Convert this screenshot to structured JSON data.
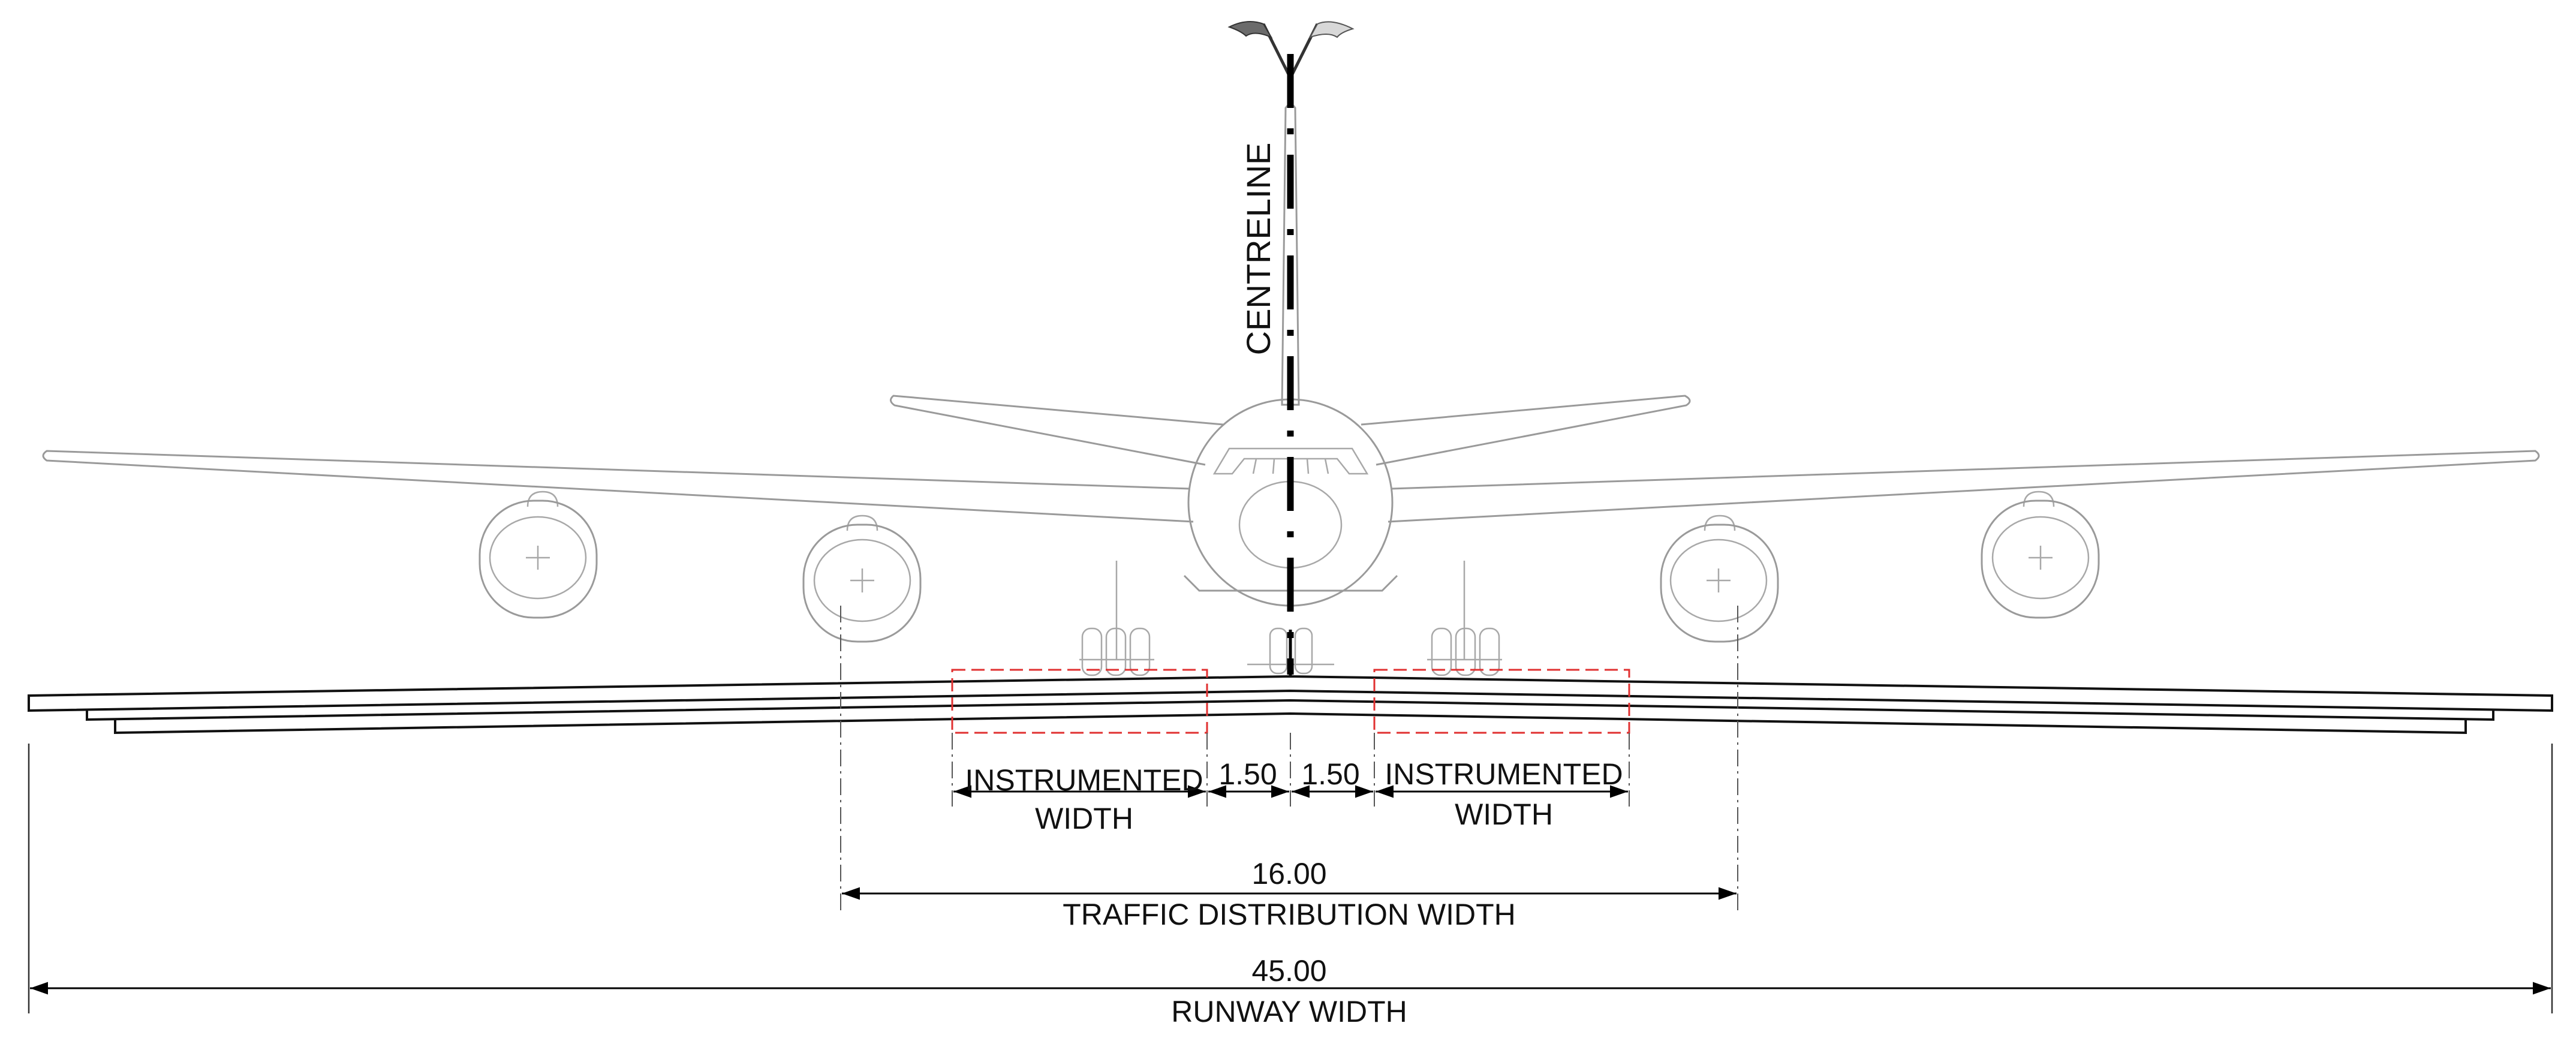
{
  "labels": {
    "centreline": "CENTRELINE",
    "instrumented_left_line1": "INSTRUMENTED",
    "instrumented_left_line2": "WIDTH",
    "instrumented_right_line1": "INSTRUMENTED",
    "instrumented_right_line2": "WIDTH",
    "offset_left": "1.50",
    "offset_right": "1.50",
    "traffic_value": "16.00",
    "traffic_label": "TRAFFIC DISTRIBUTION WIDTH",
    "runway_value": "45.00",
    "runway_label": "RUNWAY WIDTH"
  },
  "colors": {
    "instrumented_box": "#e03030",
    "aircraft_outline": "#9a9a9a",
    "dimension_line": "#000000",
    "flag": "#6b6b6b"
  },
  "icons": {
    "flag": "checkered-flag-icon",
    "aircraft": "aircraft-front-view-icon"
  }
}
